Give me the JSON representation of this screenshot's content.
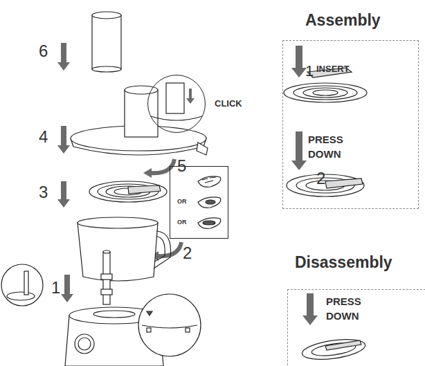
{
  "diagram": {
    "nodes": [
      {
        "text": [
          "Assembly",
          "1",
          "INSERT",
          "PRESS DOWN",
          "2"
        ]
      },
      {
        "text": [
          "Disassembly",
          "PRESS DOWN"
        ]
      },
      {
        "text": [
          "CLICK"
        ]
      },
      {
        "text": [
          "OR",
          "OR"
        ]
      }
    ],
    "labels": [
      "6",
      "4",
      "5",
      "3",
      "2",
      "1"
    ]
  }
}
